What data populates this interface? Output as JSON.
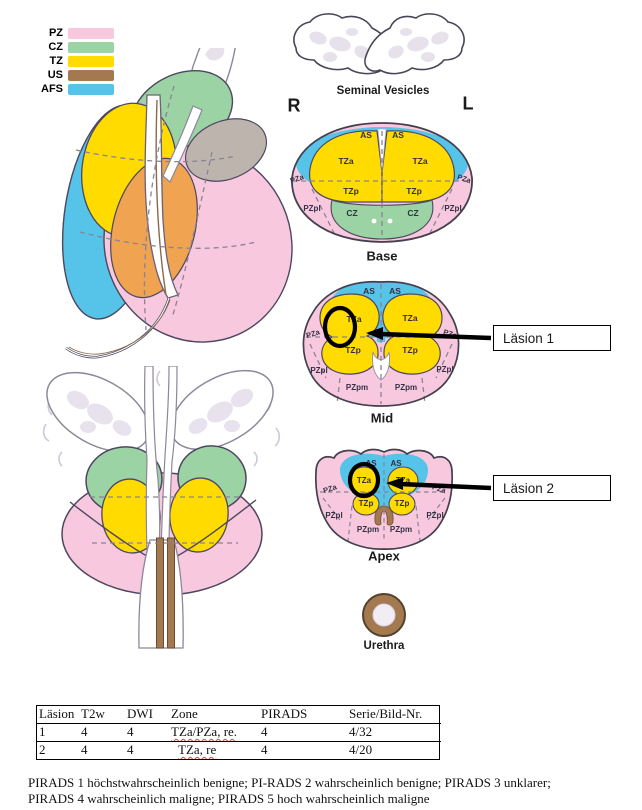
{
  "legend": {
    "items": [
      {
        "label": "PZ",
        "color": "#F8C9DE"
      },
      {
        "label": "CZ",
        "color": "#9CD3A5"
      },
      {
        "label": "TZ",
        "color": "#FFDB00"
      },
      {
        "label": "US",
        "color": "#A5794F"
      },
      {
        "label": "AFS",
        "color": "#56C3E9"
      }
    ]
  },
  "markers": {
    "right": "R",
    "left": "L"
  },
  "zones": {
    "as": "AS",
    "tza": "TZa",
    "tzp": "TZp",
    "pza": "PZa",
    "pzpl": "PZpl",
    "pzpm": "PZpm",
    "cz": "CZ"
  },
  "sections": {
    "seminal_vesicles": "Seminal Vesicles",
    "base": "Base",
    "mid": "Mid",
    "apex": "Apex",
    "urethra": "Urethra"
  },
  "annotations": {
    "lesion1": "Läsion 1",
    "lesion2": "Läsion 2"
  },
  "table": {
    "headers": [
      "Läsion",
      "T2w",
      "DWI",
      "Zone",
      "PIRADS",
      "Serie/Bild-Nr."
    ],
    "rows": [
      {
        "laesion": "1",
        "t2w": "4",
        "dwi": "4",
        "zone": "TZa/PZa, re.",
        "pirads": "4",
        "serie": "4/32"
      },
      {
        "laesion": "2",
        "t2w": "4",
        "dwi": "4",
        "zone": "TZa, re",
        "pirads": "4",
        "serie": "4/20"
      }
    ]
  },
  "footnote": {
    "line1": "PIRADS 1 höchstwahrscheinlich benigne; PI-RADS 2 wahrscheinlich benigne; PIRADS 3 unklarer;",
    "line2": "PIRADS 4 wahrscheinlich maligne; PIRADS 5 hoch wahrscheinlich maligne"
  },
  "colors": {
    "pz": "#F8C9DE",
    "cz": "#9CD3A5",
    "tz": "#FFDB00",
    "us": "#A5794F",
    "afs": "#56C3E9",
    "tz_pz_overlap": "#F0A350",
    "cz_pz_overlap": "#BDB5AD",
    "outline": "#4d4760",
    "spellcheck": "#E0442E",
    "annotation": "#000000"
  }
}
